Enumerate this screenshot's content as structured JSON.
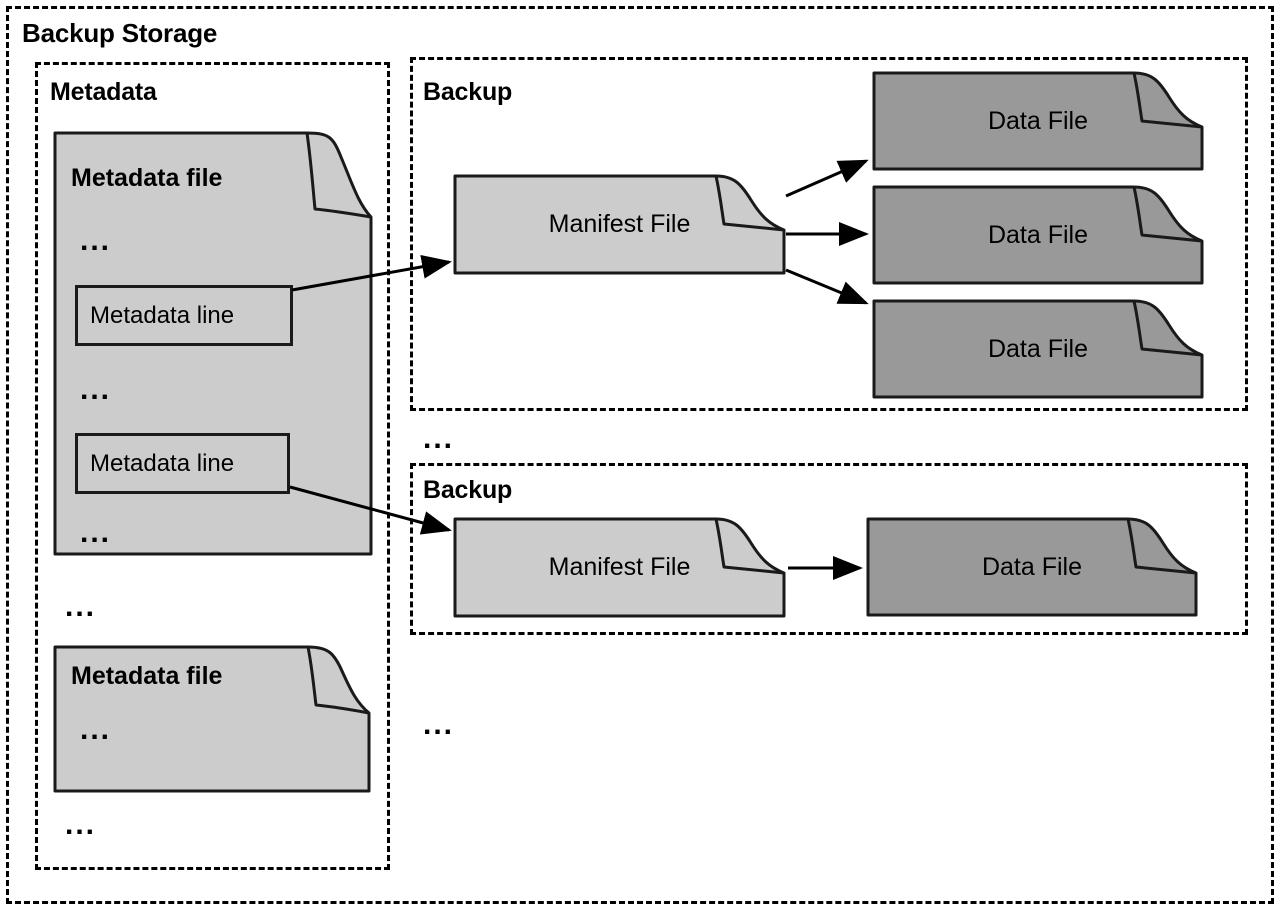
{
  "diagram": {
    "title": "Backup Storage",
    "colors": {
      "outline": "#1a1a1a",
      "dashed_border": "#000000",
      "metadata_fill": "#cccccc",
      "manifest_fill": "#cccccc",
      "datafile_fill": "#999999",
      "background": "#ffffff",
      "fold_fill": "#c4c4c4"
    },
    "metadata_section": {
      "title": "Metadata",
      "files": [
        {
          "label": "Metadata file",
          "ellipsis_top": "...",
          "lines": [
            {
              "label": "Metadata line"
            },
            {
              "label": "Metadata line"
            }
          ],
          "ellipsis_middle": "...",
          "ellipsis_bottom": "..."
        },
        {
          "label": "Metadata file",
          "ellipsis_inner": "..."
        }
      ],
      "ellipsis_between_files": "...",
      "ellipsis_after_files": "..."
    },
    "backup_sections": [
      {
        "title": "Backup",
        "manifest": {
          "label": "Manifest File"
        },
        "data_files": [
          {
            "label": "Data File"
          },
          {
            "label": "Data File"
          },
          {
            "label": "Data File"
          }
        ]
      },
      {
        "title": "Backup",
        "manifest": {
          "label": "Manifest File"
        },
        "data_files": [
          {
            "label": "Data File"
          }
        ]
      }
    ],
    "ellipsis_between_backups": "...",
    "ellipsis_after_backups": "..."
  }
}
